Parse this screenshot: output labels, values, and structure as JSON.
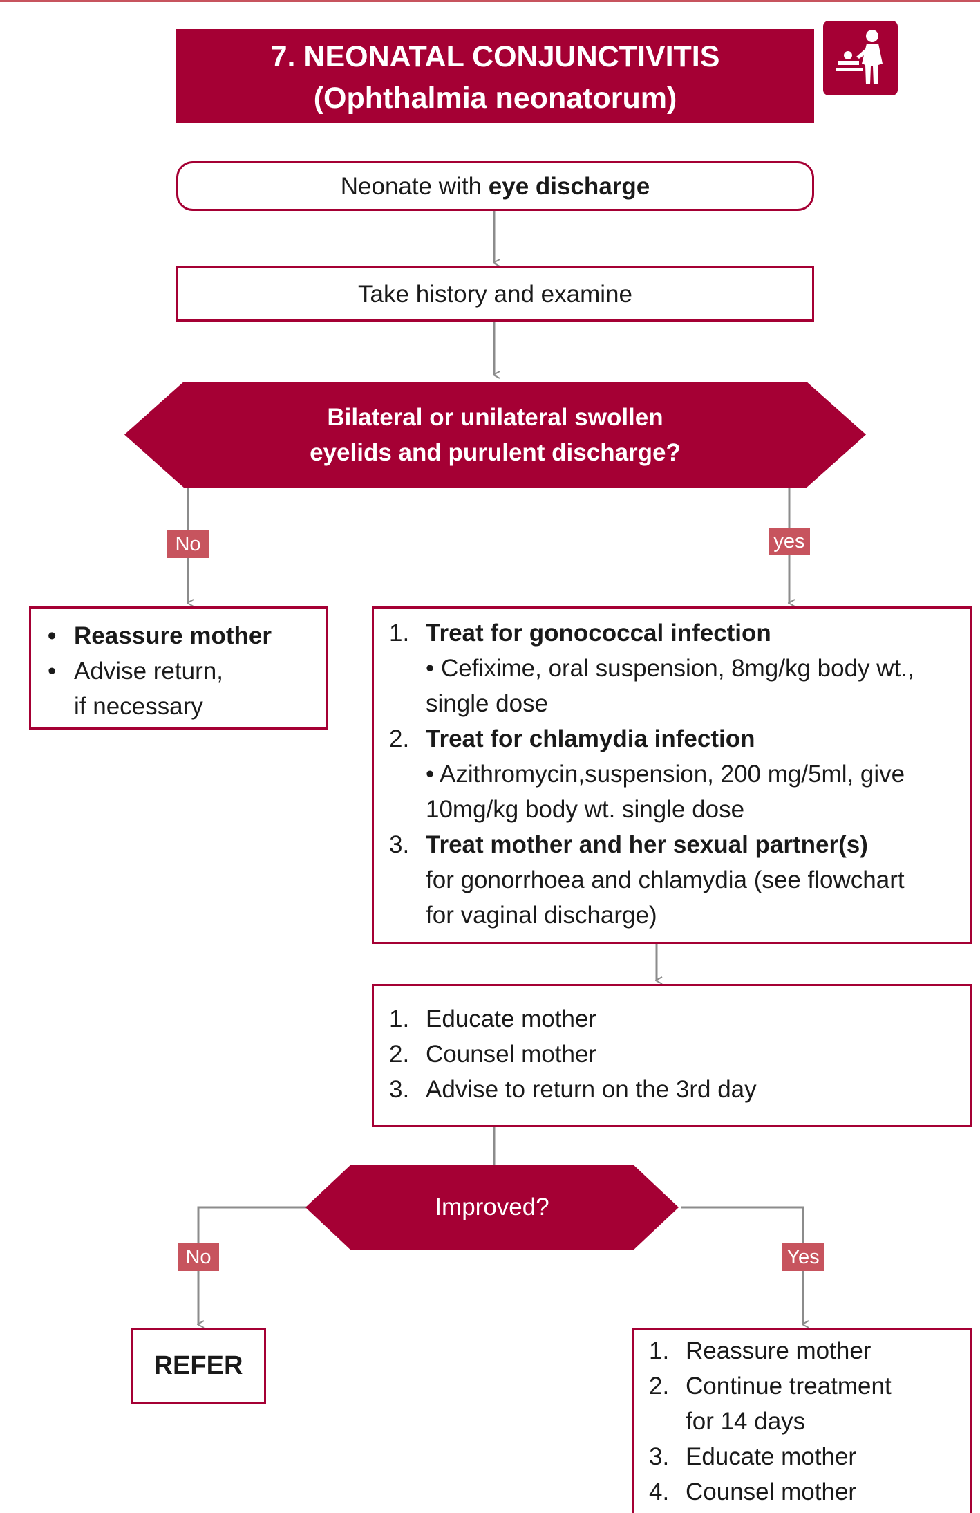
{
  "title": {
    "line1": "7. NEONATAL CONJUNCTIVITIS",
    "line2": "(Ophthalmia neonatorum)",
    "icon": "mother-baby-care-icon"
  },
  "colors": {
    "accent": "#a50034",
    "label": "#c7545e",
    "line": "#8c8c8c"
  },
  "start": {
    "prefix": "Neonate with ",
    "bold": "eye discharge"
  },
  "step1": "Take history and examine",
  "decision1": {
    "line1": "Bilateral or unilateral swollen",
    "line2": "eyelids and purulent discharge?"
  },
  "labels": {
    "no1": "No",
    "yes1": "yes",
    "no2": "No",
    "yes2": "Yes"
  },
  "no_branch": {
    "items": [
      "Reassure mother",
      "Advise return,",
      "if necessary"
    ]
  },
  "treatment": {
    "items": [
      {
        "num": "1.",
        "title": "Treat for  gonococcal infection",
        "detail1": "• Cefixime, oral suspension, 8mg/kg body wt.,",
        "detail2": "single dose"
      },
      {
        "num": "2.",
        "title": "Treat for  chlamydia infection",
        "detail1": "• Azithromycin,suspension, 200 mg/5ml, give",
        "detail2": "10mg/kg body wt. single dose"
      },
      {
        "num": "3.",
        "title": "Treat mother and her sexual partner(s)",
        "detail1": "for gonorrhoea and chlamydia (see flowchart",
        "detail2": "for vaginal discharge)"
      }
    ]
  },
  "followup": {
    "items": [
      {
        "num": "1.",
        "text": "Educate mother"
      },
      {
        "num": "2.",
        "text": "Counsel mother"
      },
      {
        "num": "3.",
        "text": "Advise to return on the 3rd day"
      }
    ]
  },
  "decision2": "Improved?",
  "refer": "REFER",
  "improved": {
    "items": [
      {
        "num": "1.",
        "text": "Reassure mother"
      },
      {
        "num": "2.",
        "text": "Continue treatment",
        "text2": "for 14 days"
      },
      {
        "num": "3.",
        "text": "Educate mother"
      },
      {
        "num": "4.",
        "text": "Counsel mother"
      }
    ]
  }
}
